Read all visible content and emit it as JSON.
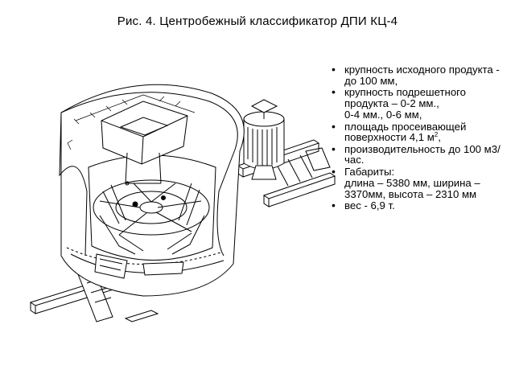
{
  "slide": {
    "title": "Рис. 4. Центробежный классификатор ДПИ КЦ-4"
  },
  "specs": {
    "size_initial": "крупность исходного продукта - до 100 мм,",
    "size_undersize_1": "крупность подрешетного продукта – 0-2 мм.,",
    "size_undersize_2": "0-4 мм., 0-6 мм,",
    "area_prefix": "площадь просеивающей поверхности 4,1 м",
    "area_sup": "2",
    "area_suffix": ",",
    "capacity": "производительность до 100 м3/час.",
    "dimensions_label": "Габариты:",
    "dimensions_value": "длина – 5380 мм, ширина – 3370мм, высота – 2310 мм",
    "weight": "вес - 6,9 т."
  }
}
